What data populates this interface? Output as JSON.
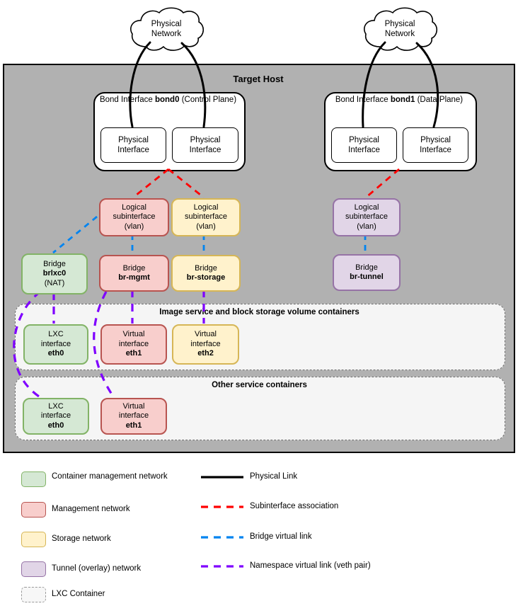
{
  "host": {
    "title": "Target Host"
  },
  "cloud": {
    "l1": "Physical",
    "l2": "Network"
  },
  "phys_iface": {
    "l1": "Physical",
    "l2": "Interface"
  },
  "bonds": {
    "bond0": {
      "type": "Bond Interface",
      "name": "bond0",
      "plane": "(Control Plane)"
    },
    "bond1": {
      "type": "Bond Interface",
      "name": "bond1",
      "plane": "(Data Plane)"
    }
  },
  "subinterface": {
    "l1": "Logical",
    "l2": "subinterface",
    "l3": "(vlan)"
  },
  "bridges": {
    "lxc": {
      "label": "Bridge",
      "name": "brlxc0",
      "extra": "(NAT)"
    },
    "mgmt": {
      "label": "Bridge",
      "name": "br-mgmt"
    },
    "storage": {
      "label": "Bridge",
      "name": "br-storage"
    },
    "tunnel": {
      "label": "Bridge",
      "name": "br-tunnel"
    }
  },
  "containers": {
    "image_block": {
      "title": "Image service and block storage volume containers",
      "eth0": {
        "l1": "LXC",
        "l2": "interface",
        "name": "eth0"
      },
      "eth1": {
        "l1": "Virtual",
        "l2": "interface",
        "name": "eth1"
      },
      "eth2": {
        "l1": "Virtual",
        "l2": "interface",
        "name": "eth2"
      }
    },
    "other": {
      "title": "Other service containers",
      "eth0": {
        "l1": "LXC",
        "l2": "interface",
        "name": "eth0"
      },
      "eth1": {
        "l1": "Virtual",
        "l2": "interface",
        "name": "eth1"
      }
    }
  },
  "legend": {
    "swatches": [
      {
        "label": "Container management network",
        "fill": "#d5e8d4",
        "stroke": "#82b366"
      },
      {
        "label": "Management network",
        "fill": "#f8cecc",
        "stroke": "#b85450"
      },
      {
        "label": "Storage network",
        "fill": "#fff2cc",
        "stroke": "#d6b656"
      },
      {
        "label": "Tunnel (overlay) network",
        "fill": "#e1d5e7",
        "stroke": "#9673a6"
      },
      {
        "label": "LXC Container",
        "fill": "#f7f7f7",
        "stroke": "#9a9a9a"
      }
    ],
    "links": [
      {
        "label": "Physical Link",
        "color": "#000000",
        "style": "solid"
      },
      {
        "label": "Subinterface association",
        "color": "#ff0000",
        "style": "dashed"
      },
      {
        "label": "Bridge virtual link",
        "color": "#0084f0",
        "style": "dashed"
      },
      {
        "label": "Namespace virtual link (veth pair)",
        "color": "#7f00ff",
        "style": "dashed"
      }
    ]
  }
}
